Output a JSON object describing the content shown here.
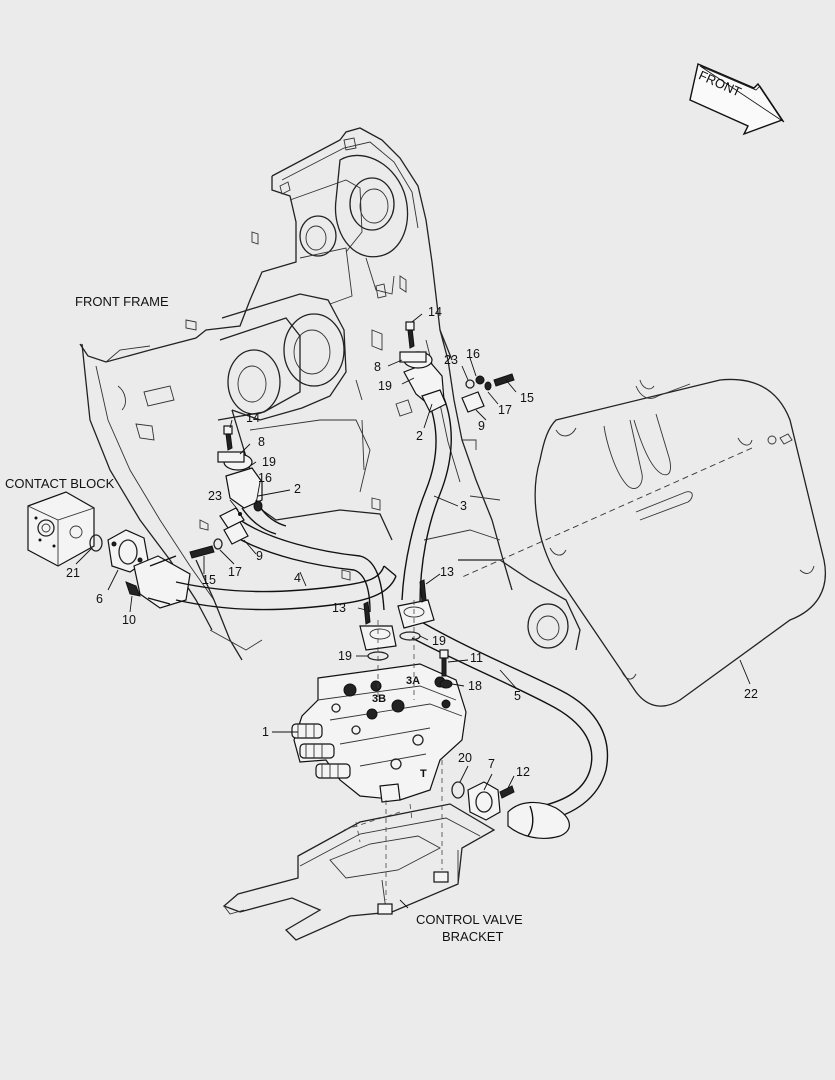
{
  "direction_label": "FRONT",
  "captions": {
    "front_frame": "FRONT FRAME",
    "contact_block": "CONTACT BLOCK",
    "control_valve_line1": "CONTROL VALVE",
    "control_valve_line2": "BRACKET"
  },
  "port_labels": {
    "p3a": "3A",
    "p3b": "3B",
    "pt": "T"
  },
  "callouts": [
    {
      "id": "1",
      "text": "1"
    },
    {
      "id": "2a",
      "text": "2"
    },
    {
      "id": "2b",
      "text": "2"
    },
    {
      "id": "3",
      "text": "3"
    },
    {
      "id": "4",
      "text": "4"
    },
    {
      "id": "5",
      "text": "5"
    },
    {
      "id": "6",
      "text": "6"
    },
    {
      "id": "7",
      "text": "7"
    },
    {
      "id": "8a",
      "text": "8"
    },
    {
      "id": "8b",
      "text": "8"
    },
    {
      "id": "9a",
      "text": "9"
    },
    {
      "id": "9b",
      "text": "9"
    },
    {
      "id": "10",
      "text": "10"
    },
    {
      "id": "11",
      "text": "11"
    },
    {
      "id": "12",
      "text": "12"
    },
    {
      "id": "13a",
      "text": "13"
    },
    {
      "id": "13b",
      "text": "13"
    },
    {
      "id": "14a",
      "text": "14"
    },
    {
      "id": "14b",
      "text": "14"
    },
    {
      "id": "15a",
      "text": "15"
    },
    {
      "id": "15b",
      "text": "15"
    },
    {
      "id": "16a",
      "text": "16"
    },
    {
      "id": "16b",
      "text": "16"
    },
    {
      "id": "17a",
      "text": "17"
    },
    {
      "id": "17b",
      "text": "17"
    },
    {
      "id": "18",
      "text": "18"
    },
    {
      "id": "19a",
      "text": "19"
    },
    {
      "id": "19b",
      "text": "19"
    },
    {
      "id": "19c",
      "text": "19"
    },
    {
      "id": "19d",
      "text": "19"
    },
    {
      "id": "20",
      "text": "20"
    },
    {
      "id": "21",
      "text": "21"
    },
    {
      "id": "22",
      "text": "22"
    },
    {
      "id": "23a",
      "text": "23"
    },
    {
      "id": "23b",
      "text": "23"
    }
  ]
}
